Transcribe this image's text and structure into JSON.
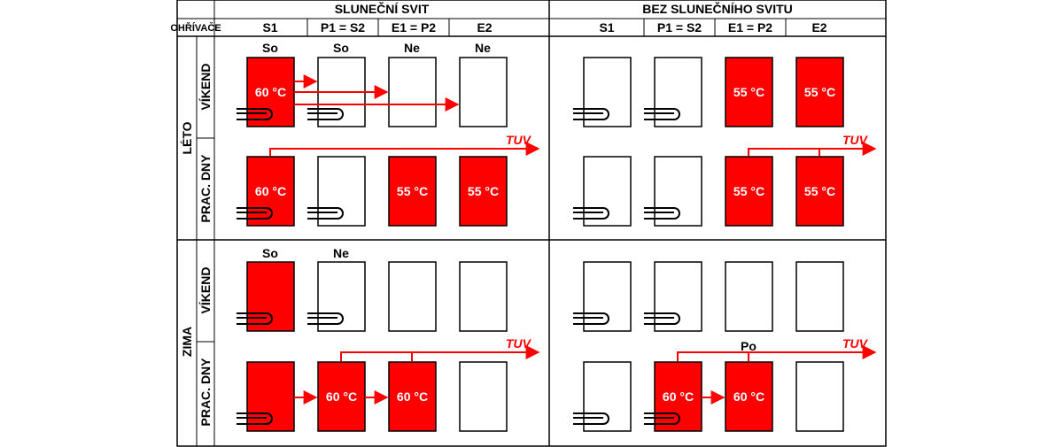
{
  "header": {
    "col_heater": "OHŘÍVAČE",
    "sun": "SLUNEČNÍ SVIT",
    "nosun": "BEZ SLUNEČNÍHO SVITU",
    "cols": [
      "S1",
      "P1 = S2",
      "E1 = P2",
      "E2"
    ]
  },
  "seasons": [
    "LÉTO",
    "ZIMA"
  ],
  "daytypes": [
    "VÍKEND",
    "PRAC. DNY"
  ],
  "colors": {
    "hot": "#ff0000",
    "line": "#000000",
    "arrow": "#ff0000"
  },
  "tuv_label": "TUV",
  "annotations": {
    "summer_weekend_sun": [
      "So",
      "So",
      "Ne",
      "Ne"
    ],
    "winter_weekend_sun": [
      "So",
      "Ne"
    ],
    "winter_workday_nosun": "Po"
  },
  "tanks": {
    "summer_weekend_sun": [
      {
        "hot": true,
        "text": "60 °C",
        "coil": true
      },
      {
        "hot": false,
        "text": "",
        "coil": true
      },
      {
        "hot": false,
        "text": "",
        "coil": false
      },
      {
        "hot": false,
        "text": "",
        "coil": false
      }
    ],
    "summer_work_sun": [
      {
        "hot": true,
        "text": "60 °C",
        "coil": true
      },
      {
        "hot": false,
        "text": "",
        "coil": true
      },
      {
        "hot": true,
        "text": "55 °C",
        "coil": false
      },
      {
        "hot": true,
        "text": "55 °C",
        "coil": false
      }
    ],
    "summer_weekend_nosun": [
      {
        "hot": false,
        "text": "",
        "coil": true
      },
      {
        "hot": false,
        "text": "",
        "coil": true
      },
      {
        "hot": true,
        "text": "55 °C",
        "coil": false
      },
      {
        "hot": true,
        "text": "55 °C",
        "coil": false
      }
    ],
    "summer_work_nosun": [
      {
        "hot": false,
        "text": "",
        "coil": true
      },
      {
        "hot": false,
        "text": "",
        "coil": true
      },
      {
        "hot": true,
        "text": "55 °C",
        "coil": false
      },
      {
        "hot": true,
        "text": "55 °C",
        "coil": false
      }
    ],
    "winter_weekend_sun": [
      {
        "hot": true,
        "text": "",
        "coil": true
      },
      {
        "hot": false,
        "text": "",
        "coil": true
      },
      {
        "hot": false,
        "text": "",
        "coil": false
      },
      {
        "hot": false,
        "text": "",
        "coil": false
      }
    ],
    "winter_work_sun": [
      {
        "hot": true,
        "text": "",
        "coil": true
      },
      {
        "hot": true,
        "text": "60 °C",
        "coil": false
      },
      {
        "hot": true,
        "text": "60 °C",
        "coil": false
      },
      {
        "hot": false,
        "text": "",
        "coil": false
      }
    ],
    "winter_weekend_nosun": [
      {
        "hot": false,
        "text": "",
        "coil": true
      },
      {
        "hot": false,
        "text": "",
        "coil": true
      },
      {
        "hot": false,
        "text": "",
        "coil": false
      },
      {
        "hot": false,
        "text": "",
        "coil": false
      }
    ],
    "winter_work_nosun": [
      {
        "hot": false,
        "text": "",
        "coil": true
      },
      {
        "hot": true,
        "text": "60 °C",
        "coil": true
      },
      {
        "hot": true,
        "text": "60 °C",
        "coil": false
      },
      {
        "hot": false,
        "text": "",
        "coil": false
      }
    ]
  }
}
